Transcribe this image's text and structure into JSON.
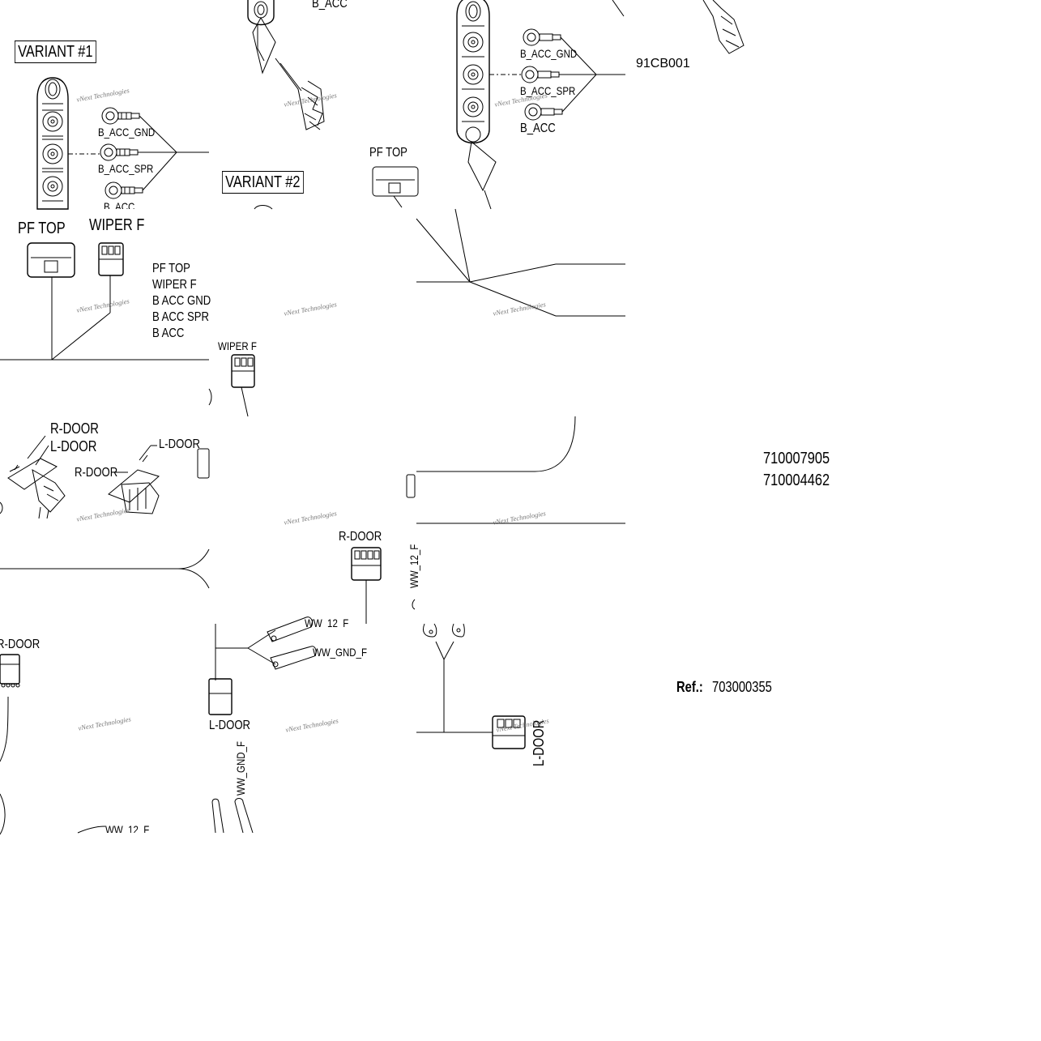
{
  "tiles": {
    "tile_1": {
      "variant": "VARIANT #1",
      "terminals": [
        "B_ACC_GND",
        "B_ACC_SPR",
        "B_ACC"
      ]
    },
    "tile_2": {
      "terminal_top": "B_ACC",
      "variant": "VARIANT #2"
    },
    "tile_3": {
      "connector": "PF TOP",
      "terminals": [
        "B_ACC_GND",
        "B_ACC_SPR",
        "B_ACC"
      ],
      "part_number": "91CB001"
    },
    "tile_4": {
      "pf_top": "PF TOP",
      "wiper_f": "WIPER F",
      "legend": [
        "PF TOP",
        "WIPER F",
        "B ACC GND",
        "B ACC SPR",
        "B ACC"
      ]
    },
    "tile_5": {
      "wiper_f": "WIPER F"
    },
    "tile_7": {
      "r_door": "R-DOOR",
      "l_door": "L-DOOR",
      "l_door_2": "L-DOOR",
      "r_door_2": "R-DOOR"
    },
    "tile_8": {
      "r_door": "R-DOOR"
    },
    "tile_9": {
      "ww_12_f": "WW_12_F"
    },
    "tile_10": {
      "r_door": "R-DOOR",
      "ww_12_f": "WW_12_F"
    },
    "tile_11": {
      "ww_gnd_f": "WW_GND_F",
      "l_door": "L-DOOR",
      "ww_gnd_f_2": "WW_GND_F"
    },
    "tile_12": {
      "l_door": "L-DOOR"
    }
  },
  "part_numbers": [
    "710007905",
    "710004462"
  ],
  "reference": {
    "label": "Ref.:",
    "value": "703000355"
  },
  "watermark": "vNext Technologies"
}
